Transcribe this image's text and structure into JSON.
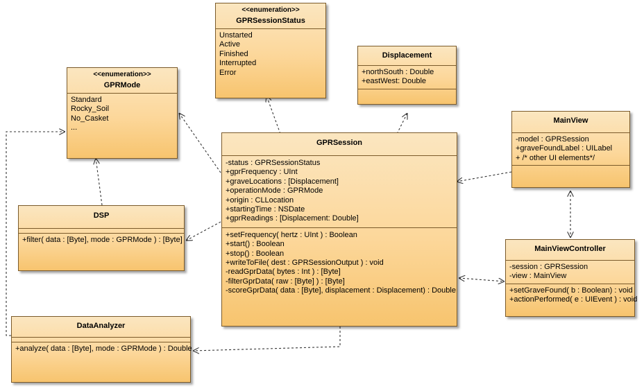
{
  "classes": {
    "gpr_session_status": {
      "stereotype": "<<enumeration>>",
      "name": "GPRSessionStatus",
      "literals": [
        "Unstarted",
        "Active",
        "Finished",
        "Interrupted",
        "Error"
      ]
    },
    "displacement": {
      "name": "Displacement",
      "attributes": [
        "+northSouth : Double",
        "+eastWest: Double"
      ]
    },
    "gpr_mode": {
      "stereotype": "<<enumeration>>",
      "name": "GPRMode",
      "literals": [
        "Standard",
        "Rocky_Soil",
        "No_Casket",
        "..."
      ]
    },
    "main_view": {
      "name": "MainView",
      "attributes": [
        "-model : GPRSession",
        "+graveFoundLabel : UILabel",
        "+ /* other UI elements*/"
      ]
    },
    "gpr_session": {
      "name": "GPRSession",
      "attributes": [
        "-status : GPRSessionStatus",
        "+gprFrequency : UInt",
        "+graveLocations : [Displacement]",
        "+operationMode : GPRMode",
        "+origin : CLLocation",
        "+startingTime : NSDate",
        "+gprReadings : [Displacement: Double]"
      ],
      "operations": [
        "+setFrequency( hertz : UInt ) : Boolean",
        "+start() : Boolean",
        "+stop() : Boolean",
        "+writeToFile( dest : GPRSessionOutput ) : void",
        "-readGprData( bytes : Int ) : [Byte]",
        "-filterGprData( raw : [Byte] ) : [Byte]",
        "-scoreGprData( data : [Byte], displacement : Displacement) : Double"
      ]
    },
    "dsp": {
      "name": "DSP",
      "operations": [
        "+filter( data : [Byte], mode : GPRMode ) : [Byte]"
      ]
    },
    "main_view_controller": {
      "name": "MainViewController",
      "attributes": [
        "-session : GPRSession",
        "-view : MainView"
      ],
      "operations": [
        "+setGraveFound( b : Boolean) : void",
        "+actionPerformed( e : UIEvent ) : void"
      ]
    },
    "data_analyzer": {
      "name": "DataAnalyzer",
      "operations": [
        "+analyze( data : [Byte], mode : GPRMode ) : Double"
      ]
    }
  },
  "colors": {
    "box_top": "#fbe6c0",
    "box_bottom": "#f7c46e",
    "border": "#7a5a2a",
    "connector": "#333333"
  }
}
